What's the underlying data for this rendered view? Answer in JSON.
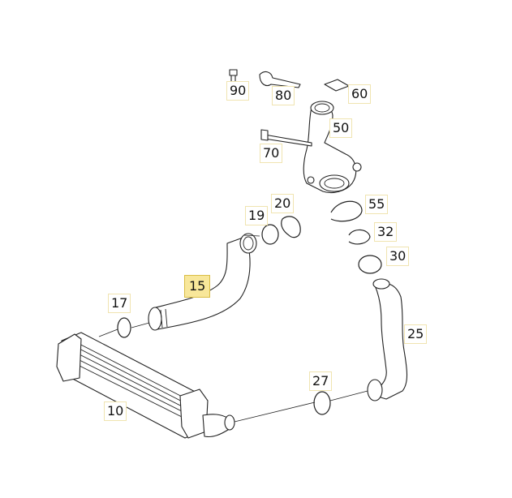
{
  "diagram": {
    "callouts": [
      {
        "id": "90",
        "label": "90",
        "active": false
      },
      {
        "id": "80",
        "label": "80",
        "active": false
      },
      {
        "id": "60",
        "label": "60",
        "active": false
      },
      {
        "id": "50",
        "label": "50",
        "active": false
      },
      {
        "id": "70",
        "label": "70",
        "active": false
      },
      {
        "id": "20",
        "label": "20",
        "active": false
      },
      {
        "id": "55",
        "label": "55",
        "active": false
      },
      {
        "id": "19",
        "label": "19",
        "active": false
      },
      {
        "id": "32",
        "label": "32",
        "active": false
      },
      {
        "id": "30",
        "label": "30",
        "active": false
      },
      {
        "id": "15",
        "label": "15",
        "active": true
      },
      {
        "id": "17",
        "label": "17",
        "active": false
      },
      {
        "id": "25",
        "label": "25",
        "active": false
      },
      {
        "id": "27",
        "label": "27",
        "active": false
      },
      {
        "id": "10",
        "label": "10",
        "active": false
      }
    ],
    "highlight_color": "#f8e79a"
  }
}
